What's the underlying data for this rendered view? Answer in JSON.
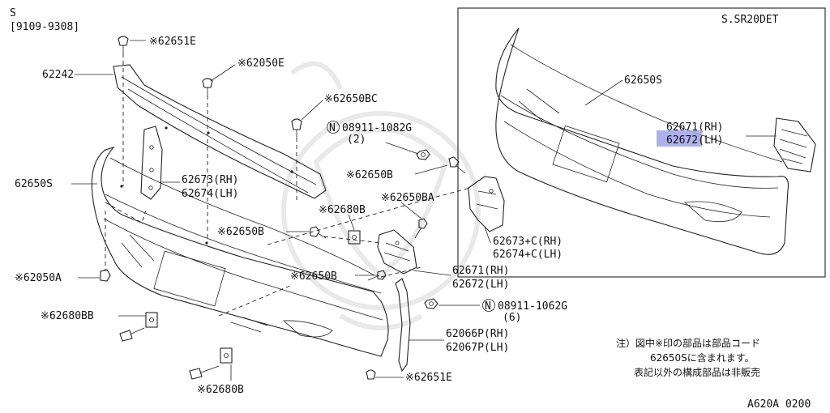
{
  "header": {
    "model_code": "S",
    "date_range": "[9109-9308]",
    "inset_title": "S.SR20DET",
    "figure_code": "A620A 0200"
  },
  "labels": {
    "p62651e_top": "※62651E",
    "p62242": "62242",
    "p62050e": "※62050E",
    "p62650bc": "※62650BC",
    "n08911_1082g": "08911-1082G",
    "n08911_1082g_qty": "(2)",
    "p62650s_main": "62650S",
    "p62673rh": "62673(RH)",
    "p62674lh": "62674(LH)",
    "p62650b_a": "※62650B",
    "p62650ba": "※62650BA",
    "p62680b_top": "※62680B",
    "p62650b_b": "※62650B",
    "p62673c_rh": "62673+C(RH)",
    "p62674c_lh": "62674+C(LH)",
    "p62050a": "※62050A",
    "p62650b_c": "※62650B",
    "p62671rh": "62671(RH)",
    "p62672lh": "62672(LH)",
    "n08911_1062g": "08911-1062G",
    "n08911_1062g_qty": "(6)",
    "p62680bb": "※62680BB",
    "p62066p": "62066P(RH)",
    "p62067p": "62067P(LH)",
    "p62651e_bottom": "※62651E",
    "p62680b_bottom": "※62680B",
    "inset_62650s": "62650S",
    "inset_62671": "62671(RH)",
    "inset_62672": "62672(LH)",
    "n_mark": "N"
  },
  "note": {
    "line1": "注）図中※印の部品は部品コード",
    "line2": "62650Sに含まれます。",
    "line3": "表記以外の構成部品は非販売"
  },
  "colors": {
    "line": "#222222",
    "highlight": "#9fa3e8"
  }
}
